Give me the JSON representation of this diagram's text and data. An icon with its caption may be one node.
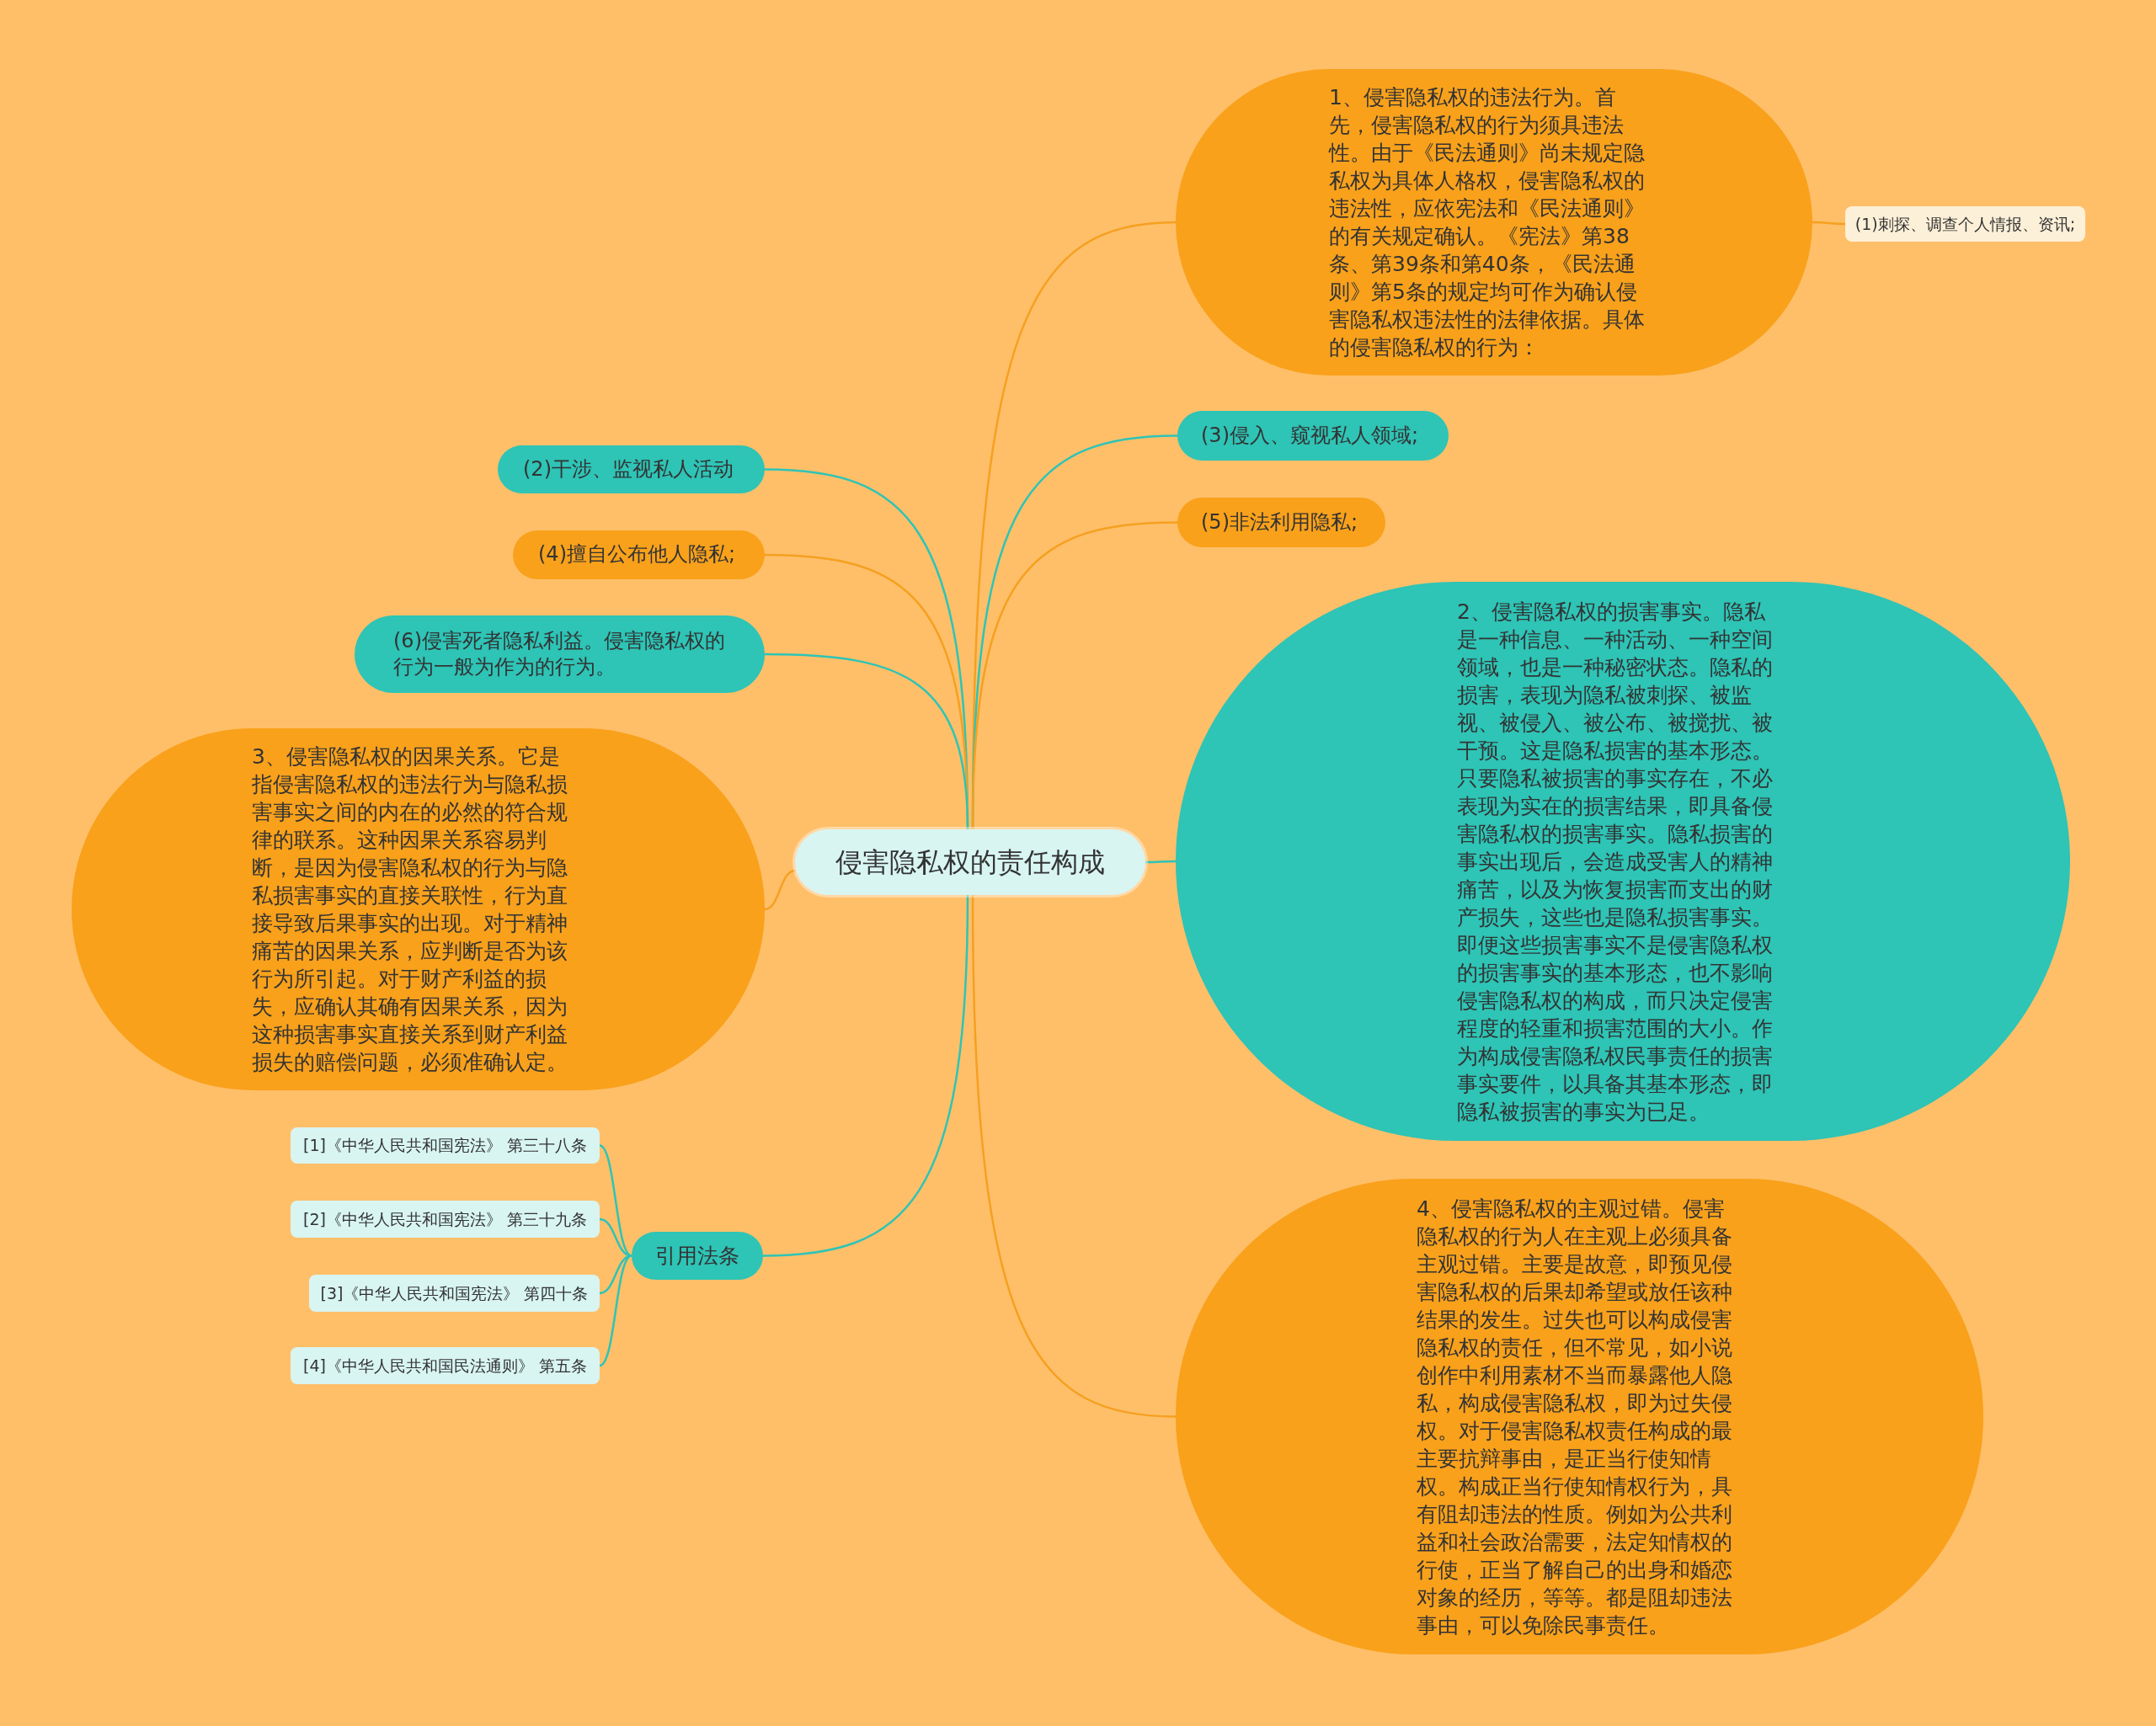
{
  "diagram": {
    "nodes": [
      {
        "text": [
          "侵害隐私权的责任构成"
        ]
      },
      {
        "text": [
          "1、侵害隐私权的违法行为。首先，侵害隐私权的行为须具违法性。由于《民法通则》尚未规定隐私权为具体人格权，侵害隐私权的违法性，应依宪法和《民法通则》的有关规定确认。《宪法》第38条、第39条和第40条，《民法通则》第5条的规定均可作为确认侵害隐私权违法性的法律依据。具体的侵害隐私权的行为："
        ]
      },
      {
        "text": [
          "(1)刺探、调查个人情报、资讯;"
        ]
      },
      {
        "text": [
          "(3)侵入、窥视私人领域;"
        ]
      },
      {
        "text": [
          "(5)非法利用隐私;"
        ]
      },
      {
        "text": [
          "2、侵害隐私权的损害事实。隐私是一种信息、一种活动、一种空间领域，也是一种秘密状态。隐私的损害，表现为隐私被刺探、被监视、被侵入、被公布、被搅扰、被干预。这是隐私损害的基本形态。只要隐私被损害的事实存在，不必表现为实在的损害结果，即具备侵害隐私权的损害事实。隐私损害的事实出现后，会造成受害人的精神痛苦，以及为恢复损害而支出的财产损失，这些也是隐私损害事实。即便这些损害事实不是侵害隐私权的损害事实的基本形态，也不影响侵害隐私权的构成，而只决定侵害程度的轻重和损害范围的大小。作为构成侵害隐私权民事责任的损害事实要件，以具备其基本形态，即隐私被损害的事实为已足。"
        ]
      },
      {
        "text": [
          "4、侵害隐私权的主观过错。侵害隐私权的行为人在主观上必须具备主观过错。主要是故意，即预见侵害隐私权的后果却希望或放任该种结果的发生。过失也可以构成侵害隐私权的责任，但不常见，如小说创作中利用素材不当而暴露他人隐私，构成侵害隐私权，即为过失侵权。对于侵害隐私权责任构成的最主要抗辩事由，是正当行使知情权。构成正当行使知情权行为，具有阻却违法的性质。例如为公共利益和社会政治需要，法定知情权的行使，正当了解自己的出身和婚恋对象的经历，等等。都是阻却违法事由，可以免除民事责任。"
        ]
      },
      {
        "text": [
          "(2)干涉、监视私人活动"
        ]
      },
      {
        "text": [
          "(4)擅自公布他人隐私;"
        ]
      },
      {
        "text": [
          "(6)侵害死者隐私利益。侵害隐私权的行为一般为作为的行为。"
        ]
      },
      {
        "text": [
          "3、侵害隐私权的因果关系。它是指侵害隐私权的违法行为与隐私损害事实之间的内在的必然的符合规律的联系。这种因果关系容易判断，是因为侵害隐私权的行为与隐私损害事实的直接关联性，行为直接导致后果事实的出现。对于精神痛苦的因果关系，应判断是否为该行为所引起。对于财产利益的损失，应确认其确有因果关系，因为这种损害事实直接关系到财产利益损失的赔偿问题，必须准确认定。"
        ]
      },
      {
        "text": [
          "引用法条"
        ]
      },
      {
        "text": [
          "[1]《中华人民共和国宪法》 第三十八条"
        ]
      },
      {
        "text": [
          "[2]《中华人民共和国宪法》 第三十九条"
        ]
      },
      {
        "text": [
          "[3]《中华人民共和国宪法》 第四十条"
        ]
      },
      {
        "text": [
          "[4]《中华人民共和国民法通则》 第五条"
        ]
      }
    ],
    "edges": [
      {
        "from": 0,
        "to": 1,
        "arrow": "none",
        "color": "#f5a020"
      },
      {
        "from": 1,
        "to": 2,
        "arrow": "none",
        "color": "#f5a020"
      },
      {
        "from": 0,
        "to": 3,
        "arrow": "none"
      },
      {
        "from": 0,
        "to": 4,
        "arrow": "none",
        "color": "#f5a020"
      },
      {
        "from": 0,
        "to": 5,
        "arrow": "none"
      },
      {
        "from": 0,
        "to": 6,
        "arrow": "none",
        "color": "#f5a020"
      },
      {
        "from": 0,
        "to": 7,
        "arrow": "none"
      },
      {
        "from": 0,
        "to": 8,
        "arrow": "none",
        "color": "#f5a020"
      },
      {
        "from": 0,
        "to": 9,
        "arrow": "none"
      },
      {
        "from": 0,
        "to": 10,
        "arrow": "none",
        "color": "#f5a020"
      },
      {
        "from": 0,
        "to": 11,
        "arrow": "none"
      },
      {
        "from": 11,
        "to": 12,
        "arrow": "none"
      },
      {
        "from": 11,
        "to": 13,
        "arrow": "none"
      },
      {
        "from": 11,
        "to": 14,
        "arrow": "none"
      },
      {
        "from": 11,
        "to": 15,
        "arrow": "none"
      }
    ]
  }
}
